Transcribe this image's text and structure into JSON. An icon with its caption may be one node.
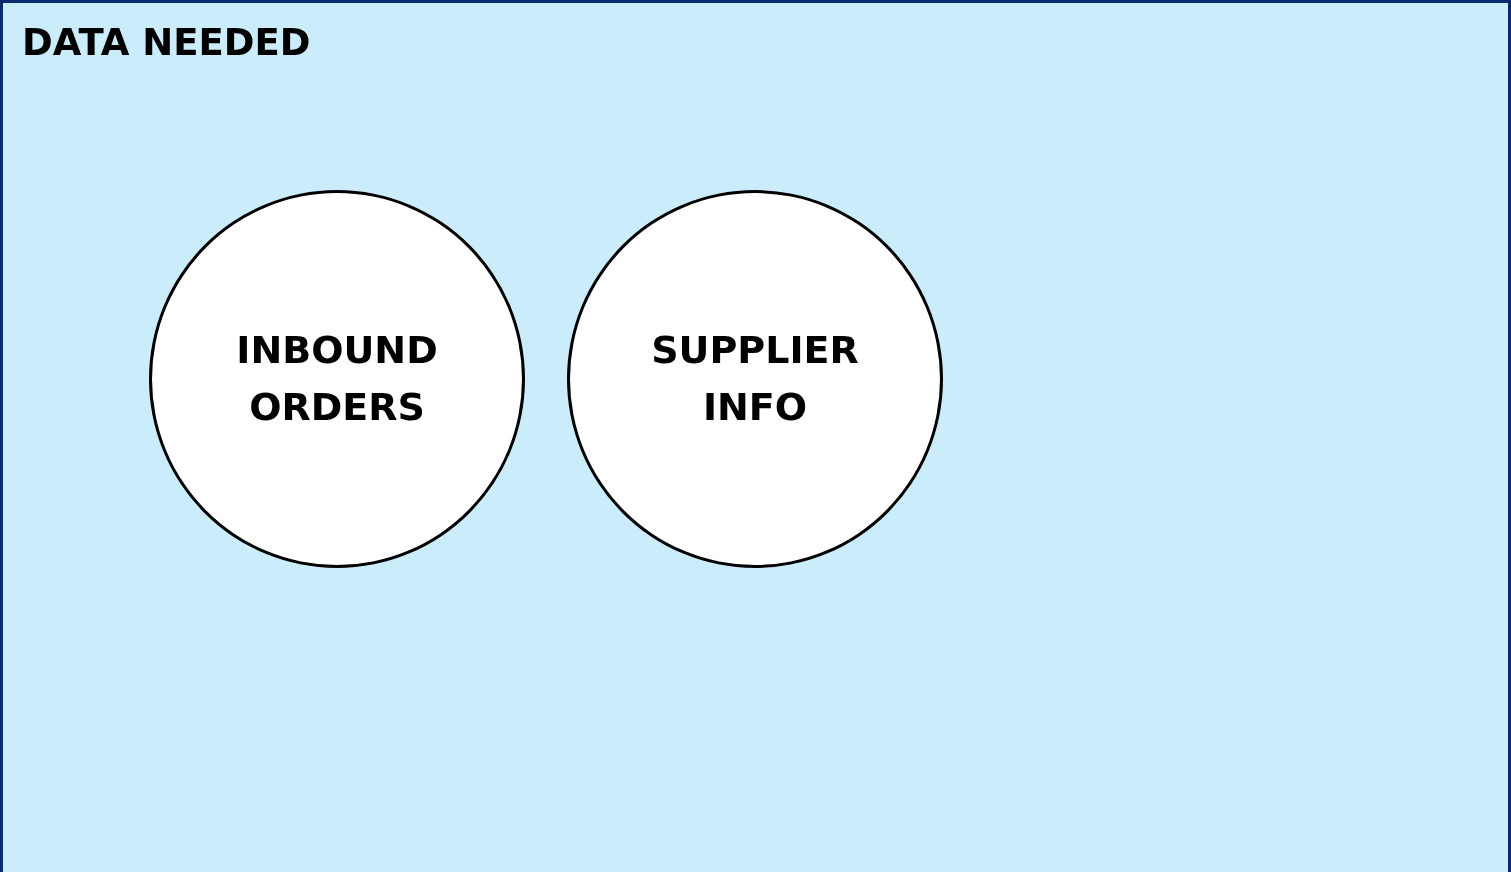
{
  "diagram": {
    "nodes": [
      {
        "text": [
          "DATA NEEDED"
        ]
      },
      {
        "text": [
          "INBOUND ORDERS"
        ],
        "in": 0
      },
      {
        "text": [
          "SUPPLIER INFO"
        ],
        "in": 0
      }
    ]
  }
}
